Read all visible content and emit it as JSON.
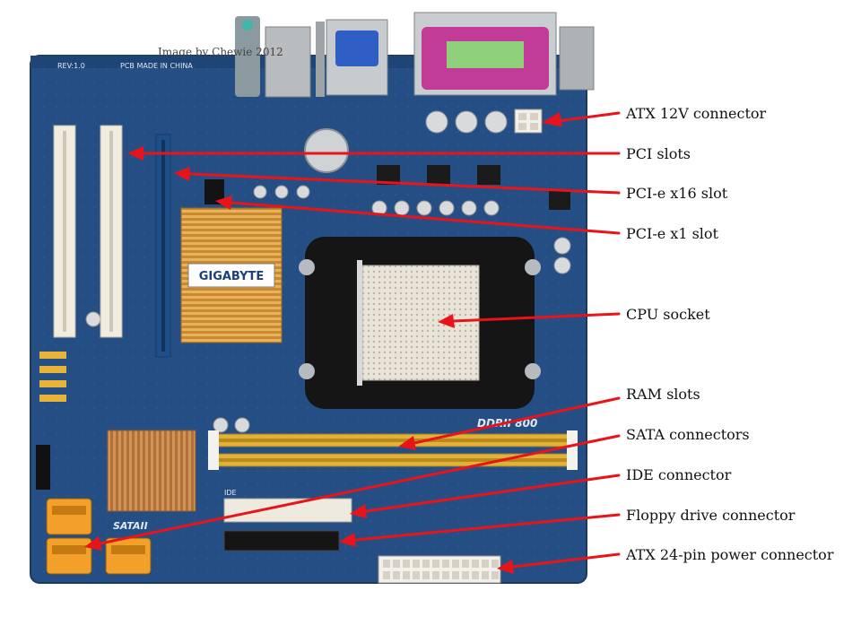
{
  "credit": "Image by Chewie 2012",
  "labels": {
    "atx12v": "ATX 12V connector",
    "pci": "PCI slots",
    "pcie16": "PCI-e x16 slot",
    "pcie1": "PCI-e x1 slot",
    "cpu": "CPU socket",
    "ram": "RAM slots",
    "sata": "SATA connectors",
    "ide": "IDE connector",
    "floppy": "Floppy drive connector",
    "atx24": "ATX 24-pin power connector"
  },
  "board": {
    "heatsink_brand": "GIGABYTE",
    "ram_silk": "DDRII 800",
    "rev": "REV:1.0",
    "made_in": "PCB MADE IN CHINA",
    "sata_silk": "SATAII",
    "ide_silk": "IDE"
  },
  "colors": {
    "pcb": "#254f84",
    "arrow": "#e8141a",
    "ram_slot": "#e0b23a",
    "sata_port": "#f2a02a",
    "heatsink": "#d99a3a",
    "pci_slot": "#f1ece0"
  }
}
